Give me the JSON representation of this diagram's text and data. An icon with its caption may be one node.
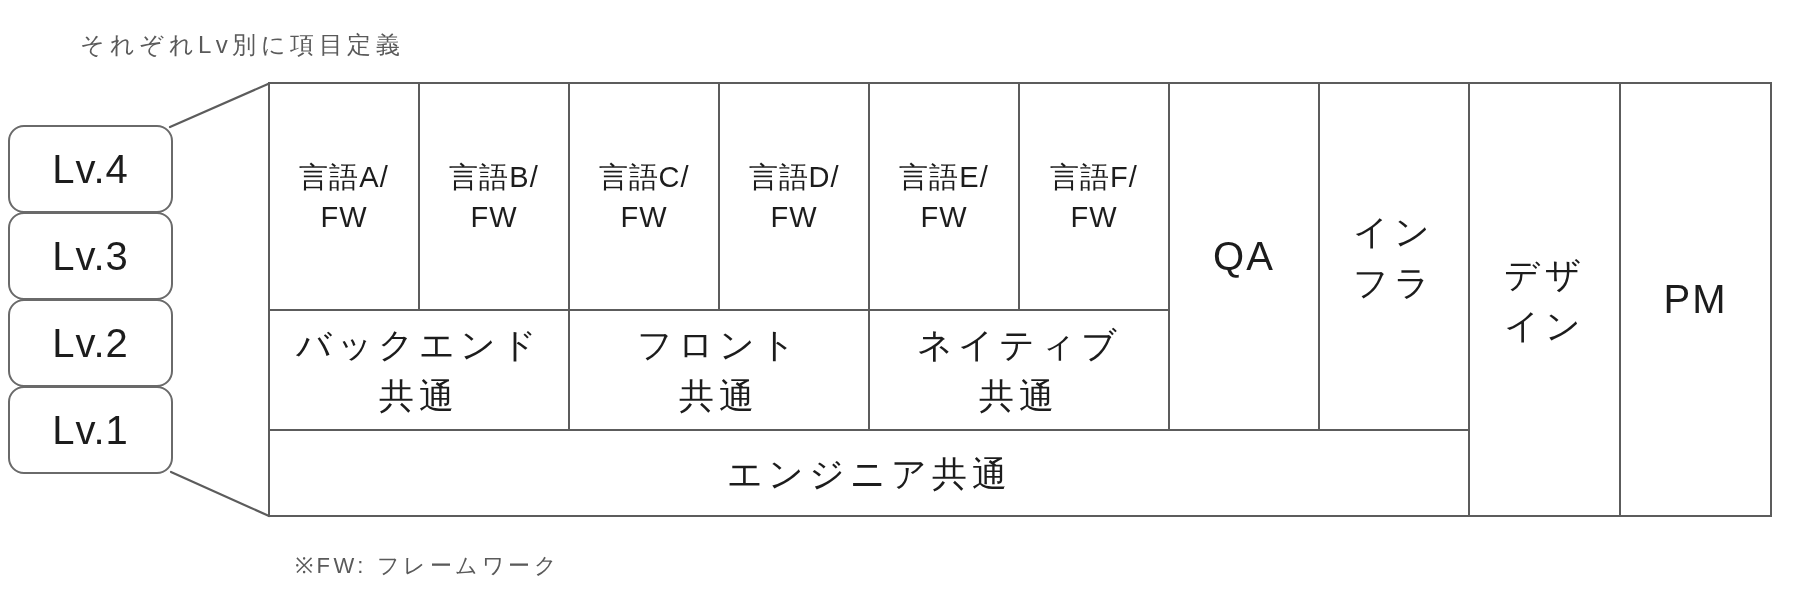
{
  "diagram": {
    "nodes": [
      {
        "text": [
          "Lv.4"
        ]
      },
      {
        "text": [
          "Lv.3"
        ]
      },
      {
        "text": [
          "Lv.2"
        ]
      },
      {
        "text": [
          "Lv.1"
        ]
      },
      {
        "text": [
          "言語A/FW"
        ]
      },
      {
        "text": [
          "言語B/FW"
        ]
      },
      {
        "text": [
          "言語C/FW"
        ]
      },
      {
        "text": [
          "言語D/FW"
        ]
      },
      {
        "text": [
          "言語E/FW"
        ]
      },
      {
        "text": [
          "言語F/FW"
        ]
      },
      {
        "text": [
          "QA"
        ]
      },
      {
        "text": [
          "インフラ"
        ]
      },
      {
        "text": [
          "デザイン"
        ]
      },
      {
        "text": [
          "PM"
        ]
      },
      {
        "text": [
          "バックエンド共通"
        ]
      },
      {
        "text": [
          "フロント共通"
        ]
      },
      {
        "text": [
          "ネイティブ共通"
        ]
      },
      {
        "text": [
          "エンジニア共通"
        ]
      }
    ],
    "edges": [
      {
        "from": 0,
        "to": 4,
        "arrow": "none"
      },
      {
        "from": 3,
        "to": 17,
        "arrow": "none"
      }
    ],
    "labels": [
      "それぞれLv別に項目定義",
      "※FW: フレームワーク"
    ]
  }
}
